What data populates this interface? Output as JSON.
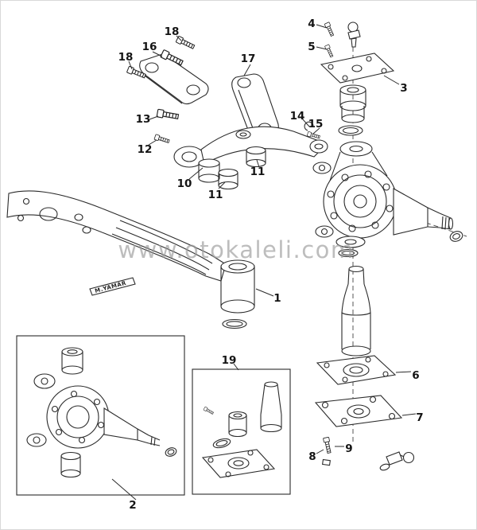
{
  "diagram": {
    "watermark": "www.otokaleli.com",
    "brand_mark": "M.YAMAR",
    "callouts": {
      "c1": "1",
      "c2": "2",
      "c3": "3",
      "c4": "4",
      "c5": "5",
      "c6": "6",
      "c7": "7",
      "c8": "8",
      "c9": "9",
      "c10": "10",
      "c11a": "11",
      "c11b": "11",
      "c12": "12",
      "c13": "13",
      "c14": "14",
      "c15": "15",
      "c16": "16",
      "c17": "17",
      "c18a": "18",
      "c18b": "18",
      "c19": "19"
    },
    "colors": {
      "line": "#2b2b2b",
      "watermark": "#9a9a9a",
      "background": "#ffffff"
    }
  }
}
